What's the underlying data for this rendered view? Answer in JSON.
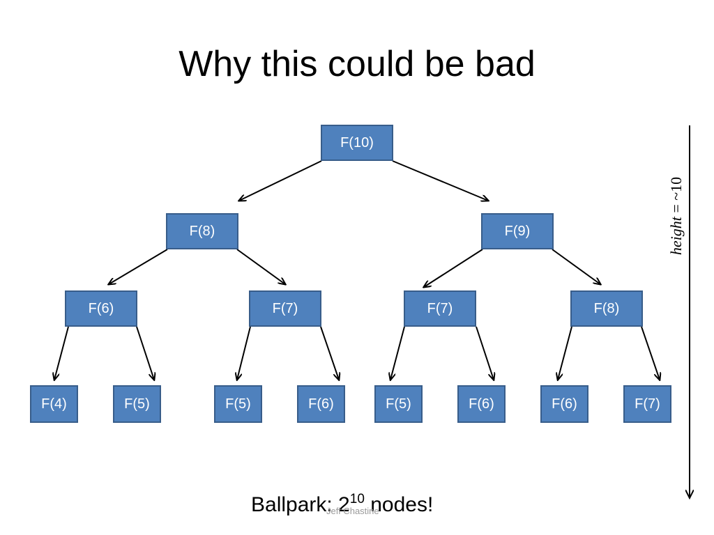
{
  "slide": {
    "title": "Why this could be bad",
    "footer": {
      "prefix": "Ballpark: 2",
      "exponent": "10",
      "suffix": " nodes!"
    },
    "author": "Jeff Chastine"
  },
  "height_label": {
    "var": "height",
    "rest": " = ~10"
  },
  "tree": {
    "nodes": [
      {
        "id": "n10",
        "label": "F(10)"
      },
      {
        "id": "n8a",
        "label": "F(8)"
      },
      {
        "id": "n9",
        "label": "F(9)"
      },
      {
        "id": "n6a",
        "label": "F(6)"
      },
      {
        "id": "n7a",
        "label": "F(7)"
      },
      {
        "id": "n7b",
        "label": "F(7)"
      },
      {
        "id": "n8b",
        "label": "F(8)"
      },
      {
        "id": "n4",
        "label": "F(4)"
      },
      {
        "id": "n5a",
        "label": "F(5)"
      },
      {
        "id": "n5b",
        "label": "F(5)"
      },
      {
        "id": "n6b",
        "label": "F(6)"
      },
      {
        "id": "n5c",
        "label": "F(5)"
      },
      {
        "id": "n6c",
        "label": "F(6)"
      },
      {
        "id": "n6d",
        "label": "F(6)"
      },
      {
        "id": "n7c",
        "label": "F(7)"
      }
    ],
    "edges": [
      [
        "n10",
        "n8a"
      ],
      [
        "n10",
        "n9"
      ],
      [
        "n8a",
        "n6a"
      ],
      [
        "n8a",
        "n7a"
      ],
      [
        "n9",
        "n7b"
      ],
      [
        "n9",
        "n8b"
      ],
      [
        "n6a",
        "n4"
      ],
      [
        "n6a",
        "n5a"
      ],
      [
        "n7a",
        "n5b"
      ],
      [
        "n7a",
        "n6b"
      ],
      [
        "n7b",
        "n5c"
      ],
      [
        "n7b",
        "n6c"
      ],
      [
        "n8b",
        "n6d"
      ],
      [
        "n8b",
        "n7c"
      ]
    ]
  }
}
